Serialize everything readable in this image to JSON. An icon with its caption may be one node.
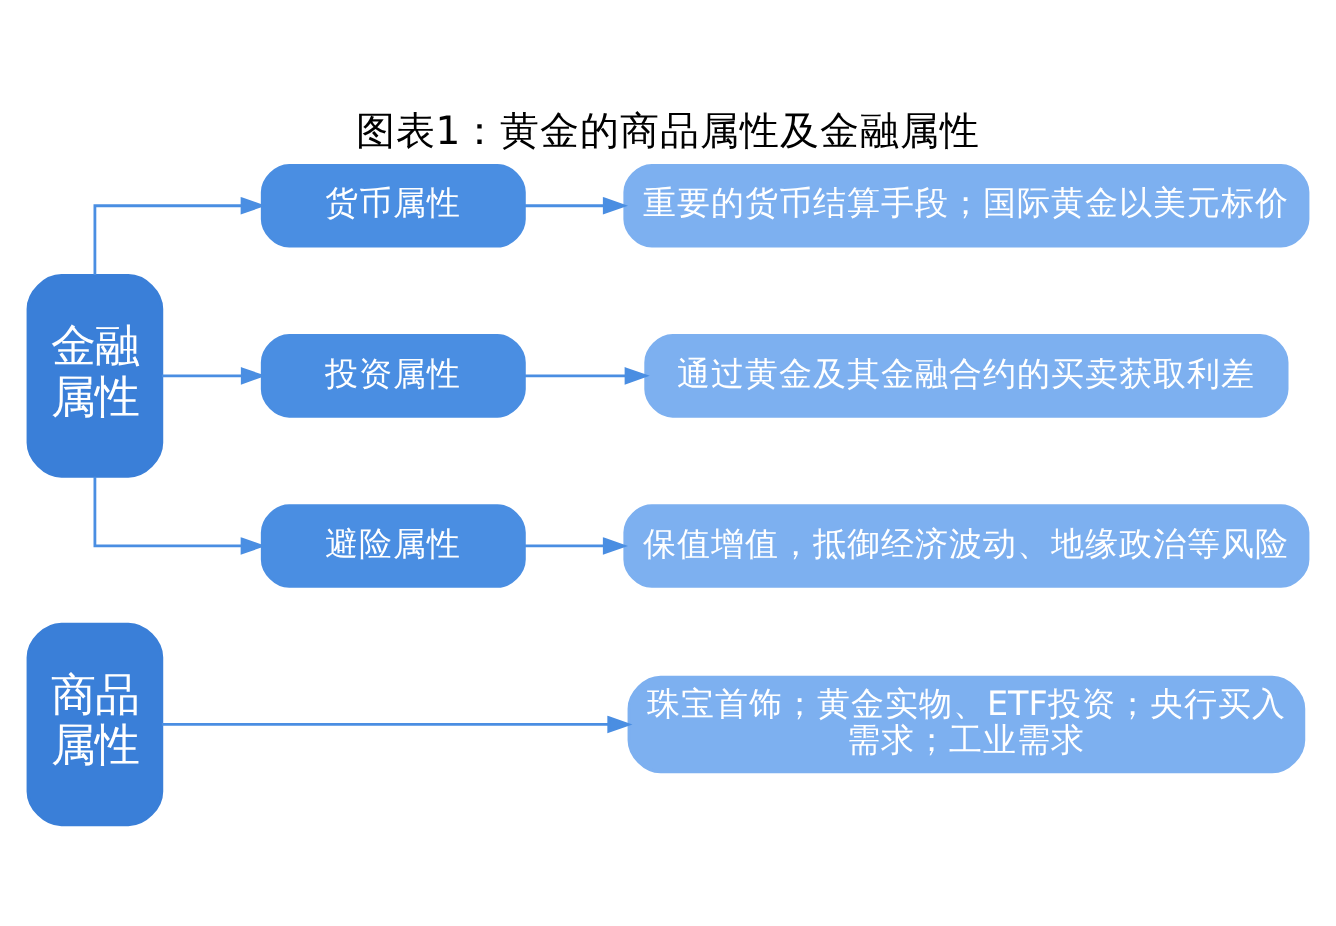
{
  "diagram": {
    "title": "图表1：黄金的商品属性及金融属性",
    "nodes": [
      {
        "text": [
          "商品属性"
        ]
      },
      {
        "text": [
          "珠宝首饰；黄金实物、ETF投资；央行买入需求；工业需求"
        ]
      },
      {
        "text": [
          "金融属性"
        ]
      },
      {
        "text": [
          "货币属性"
        ]
      },
      {
        "text": [
          "重要的货币结算手段；国际黄金以美元标价"
        ]
      },
      {
        "text": [
          "投资属性"
        ]
      },
      {
        "text": [
          "通过黄金及其金融合约的买卖获取利差"
        ]
      },
      {
        "text": [
          "避险属性"
        ]
      },
      {
        "text": [
          "保值增值，抵御经济波动、地缘政治等风险"
        ]
      }
    ],
    "edges": [
      {
        "from": 0,
        "to": 1,
        "arrow": "to"
      },
      {
        "from": 2,
        "to": 3,
        "arrow": "to"
      },
      {
        "from": 2,
        "to": 5,
        "arrow": "to"
      },
      {
        "from": 2,
        "to": 7,
        "arrow": "to"
      },
      {
        "from": 3,
        "to": 4,
        "arrow": "to"
      },
      {
        "from": 5,
        "to": 6,
        "arrow": "to"
      },
      {
        "from": 7,
        "to": 8,
        "arrow": "to"
      }
    ]
  }
}
